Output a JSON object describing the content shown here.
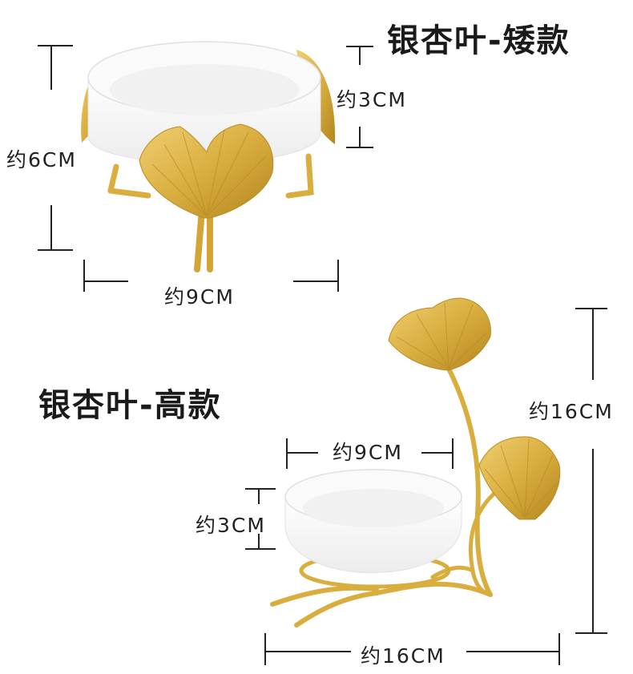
{
  "colors": {
    "gold": "#d9ae3f",
    "gold_dark": "#b98c22",
    "ceramic": "#ffffff",
    "line": "#222222"
  },
  "short_model": {
    "title": "银杏叶-矮款",
    "height_label": "约6CM",
    "depth_label": "约3CM",
    "width_label": "约9CM"
  },
  "tall_model": {
    "title": "银杏叶-高款",
    "bowl_width_label": "约9CM",
    "depth_label": "约3CM",
    "height_label": "约16CM",
    "width_label": "约16CM"
  }
}
